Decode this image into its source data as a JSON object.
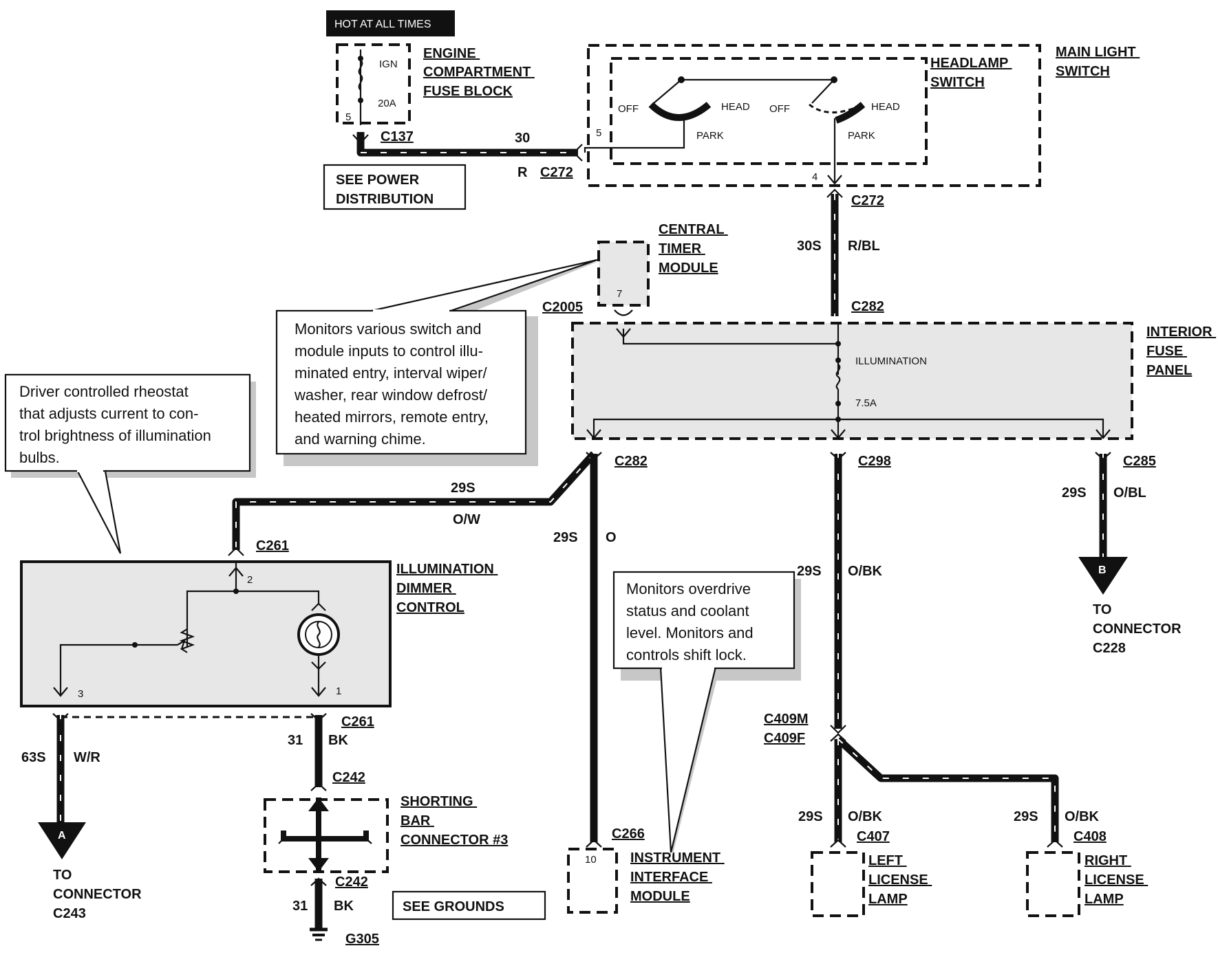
{
  "components": {
    "hot_at_all_times": "HOT AT ALL TIMES",
    "engine_fuse_block": [
      "ENGINE",
      "COMPARTMENT",
      "FUSE BLOCK"
    ],
    "fuse_ign": "IGN",
    "fuse_rating": "20A",
    "pin_5": "5",
    "main_light_switch": [
      "MAIN LIGHT",
      "SWITCH"
    ],
    "headlamp_switch": [
      "HEADLAMP",
      "SWITCH"
    ],
    "sw_off": "OFF",
    "sw_head": "HEAD",
    "sw_park": "PARK",
    "pin_4": "4",
    "see_power_distribution": [
      "SEE POWER",
      "DISTRIBUTION"
    ],
    "central_timer_module": [
      "CENTRAL",
      "TIMER",
      "MODULE"
    ],
    "pin_7": "7",
    "interior_fuse_panel": [
      "INTERIOR",
      "FUSE",
      "PANEL"
    ],
    "illumination": "ILLUMINATION",
    "fuse_7_5a": "7.5A",
    "illumination_dimmer_control": [
      "ILLUMINATION",
      "DIMMER",
      "CONTROL"
    ],
    "pin_1": "1",
    "pin_2": "2",
    "pin_3": "3",
    "shorting_bar": [
      "SHORTING",
      "BAR",
      "CONNECTOR #3"
    ],
    "see_grounds": "SEE GROUNDS",
    "ground": "G305",
    "instrument_interface_module": [
      "INSTRUMENT",
      "INTERFACE",
      "MODULE"
    ],
    "pin_10": "10",
    "left_license_lamp": [
      "LEFT",
      "LICENSE",
      "LAMP"
    ],
    "right_license_lamp": [
      "RIGHT",
      "LICENSE",
      "LAMP"
    ],
    "to_connector_a": [
      "TO",
      "CONNECTOR",
      "C243"
    ],
    "to_connector_b": [
      "TO",
      "CONNECTOR",
      "C228"
    ],
    "marker_a": "A",
    "marker_b": "B"
  },
  "connectors": {
    "c137": "C137",
    "c272_left": "C272",
    "c272_right": "C272",
    "c282_top": "C282",
    "c2005": "C2005",
    "c282_left": "C282",
    "c298": "C298",
    "c285": "C285",
    "c261_top": "C261",
    "c261_bottom": "C261",
    "c242_top": "C242",
    "c242_bottom": "C242",
    "c266": "C266",
    "c409m": "C409M",
    "c409f": "C409F",
    "c407": "C407",
    "c408": "C408"
  },
  "wires": {
    "w30": {
      "circuit": "30",
      "color": "R"
    },
    "w30s": {
      "circuit": "30S",
      "color": "R/BL"
    },
    "w29s_ow": {
      "circuit": "29S",
      "color": "O/W"
    },
    "w29s_o": {
      "circuit": "29S",
      "color": "O"
    },
    "w29s_obk": {
      "circuit": "29S",
      "color": "O/BK"
    },
    "w29s_obl": {
      "circuit": "29S",
      "color": "O/BL"
    },
    "w63s": {
      "circuit": "63S",
      "color": "W/R"
    },
    "w31_top": {
      "circuit": "31",
      "color": "BK"
    },
    "w31_bottom": {
      "circuit": "31",
      "color": "BK"
    },
    "w29s_left_lamp": {
      "circuit": "29S",
      "color": "O/BK"
    },
    "w29s_right_lamp": {
      "circuit": "29S",
      "color": "O/BK"
    }
  },
  "notes": {
    "timer": [
      "Monitors various switch and",
      "module inputs to control illu-",
      "minated entry, interval wiper/",
      "washer, rear window defrost/",
      "heated mirrors, remote entry,",
      "and warning chime."
    ],
    "rheostat": [
      "Driver controlled rheostat",
      "that adjusts current to con-",
      "trol brightness of illumination",
      "bulbs."
    ],
    "instrument": [
      "Monitors overdrive",
      "status and coolant",
      "level. Monitors and",
      "controls shift lock."
    ]
  }
}
